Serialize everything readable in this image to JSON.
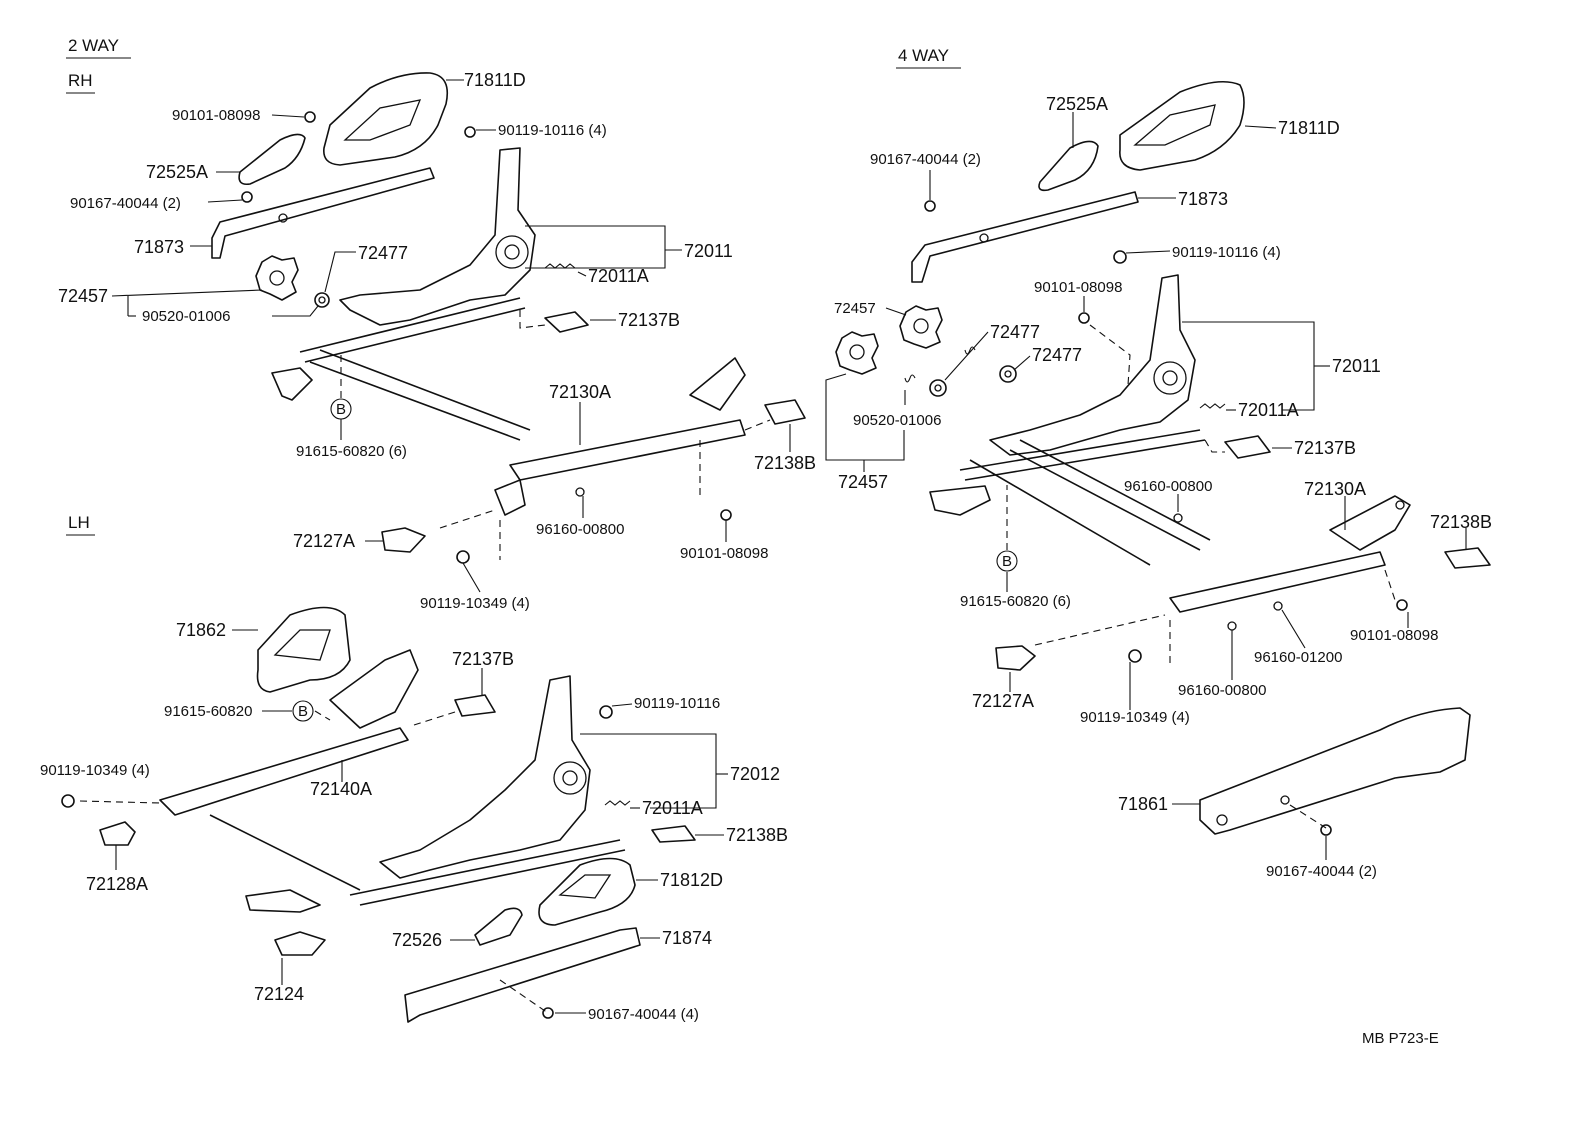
{
  "headings": {
    "two_way": "2 WAY",
    "rh": "RH",
    "lh": "LH",
    "four_way": "4 WAY"
  },
  "footer": {
    "code": "MB P723-E"
  },
  "symbols": {
    "b": "B"
  },
  "callouts": {
    "rh": {
      "p71811D": "71811D",
      "p90101_08098": "90101-08098",
      "p90119_10116": "90119-10116 (4)",
      "p72525A": "72525A",
      "p90167_40044": "90167-40044 (2)",
      "p71873": "71873",
      "p72011": "72011",
      "p72477": "72477",
      "p72011A": "72011A",
      "p72457": "72457",
      "p90520_01006": "90520-01006",
      "p72137B": "72137B",
      "p72130A": "72130A",
      "p91615_60820": "91615-60820 (6)",
      "p72138B": "72138B",
      "p96160_00800": "96160-00800",
      "p72127A": "72127A",
      "p90101_08098b": "90101-08098",
      "p90119_10349": "90119-10349 (4)"
    },
    "lh": {
      "p71862": "71862",
      "p72137B": "72137B",
      "p91615_60820": "91615-60820",
      "p90119_10116": "90119-10116",
      "p90119_10349": "90119-10349 (4)",
      "p72140A": "72140A",
      "p72012": "72012",
      "p72011A": "72011A",
      "p72138B": "72138B",
      "p72128A": "72128A",
      "p71812D": "71812D",
      "p72526": "72526",
      "p71874": "71874",
      "p72124": "72124",
      "p90167_40044": "90167-40044 (4)"
    },
    "four_way": {
      "p72525A": "72525A",
      "p71811D": "71811D",
      "p90167_40044": "90167-40044 (2)",
      "p71873": "71873",
      "p90119_10116": "90119-10116 (4)",
      "p90101_08098": "90101-08098",
      "p72457": "72457",
      "p72477a": "72477",
      "p72477b": "72477",
      "p72011": "72011",
      "p90520_01006": "90520-01006",
      "p72011A": "72011A",
      "p72137B": "72137B",
      "p72457b": "72457",
      "p96160_00800": "96160-00800",
      "p72130A": "72130A",
      "p72138B": "72138B",
      "p91615_60820": "91615-60820 (6)",
      "p90101_08098b": "90101-08098",
      "p96160_01200": "96160-01200",
      "p72127A": "72127A",
      "p96160_00800b": "96160-00800",
      "p90119_10349": "90119-10349 (4)",
      "p71861": "71861",
      "p90167_40044b": "90167-40044 (2)"
    }
  }
}
